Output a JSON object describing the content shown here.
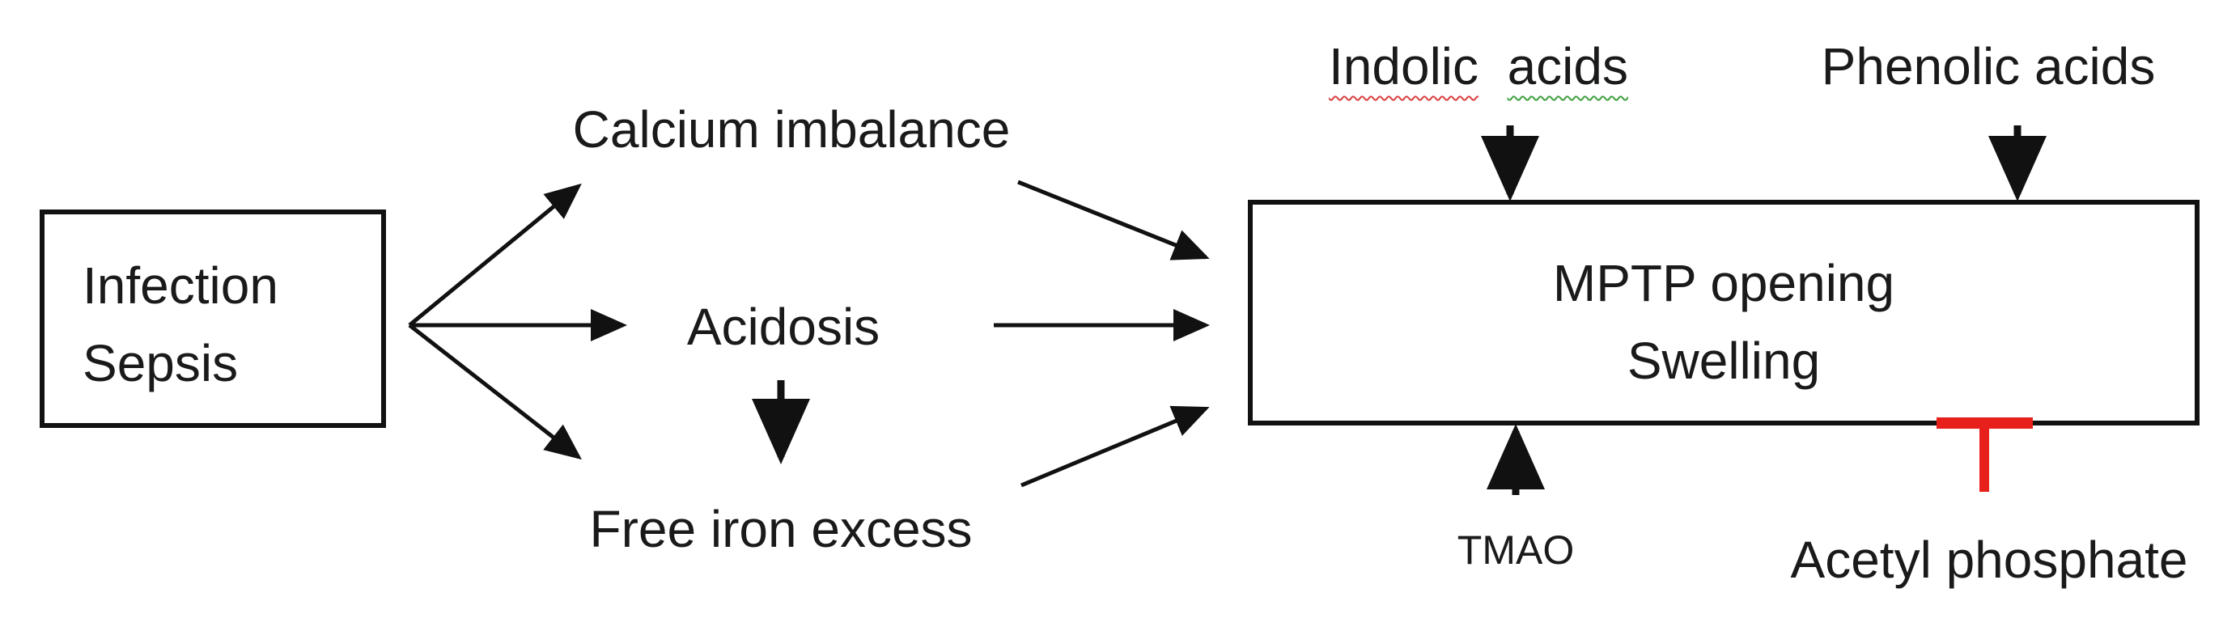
{
  "nodes": {
    "infection": {
      "line1": "Infection",
      "line2": "Sepsis"
    },
    "calcium": {
      "label": "Calcium imbalance"
    },
    "acidosis": {
      "label": "Acidosis"
    },
    "iron": {
      "label": "Free iron excess"
    },
    "mptp": {
      "line1": "MPTP opening",
      "line2": "Swelling"
    },
    "indolic": {
      "word1": "Indolic",
      "word2": "acids"
    },
    "phenolic": {
      "label": "Phenolic acids"
    },
    "tmao": {
      "label": "TMAO"
    },
    "acetyl": {
      "label": "Acetyl phosphate"
    }
  },
  "colors": {
    "stroke": "#111111",
    "inhibit": "#e8201c",
    "spell_red": "#d94040",
    "spell_green": "#3fa03f"
  }
}
